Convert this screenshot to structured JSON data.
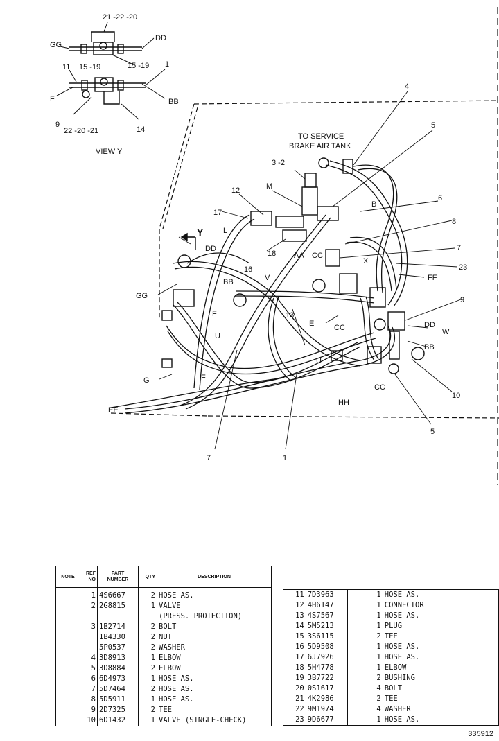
{
  "view_title": "VIEW Y",
  "annotation": {
    "line1": "TO SERVICE",
    "line2": "BRAKE AIR TANK"
  },
  "callouts": {
    "v_21_22_20": "21 -22 -20",
    "v_DD": "DD",
    "v_GG": "GG",
    "v_15_19a": "15 -19",
    "v_11": "11",
    "v_15_19b": "15 -19",
    "v_1": "1",
    "v_F": "F",
    "v_BB": "BB",
    "v_9": "9",
    "v_22_20_21": "22  -20  -21",
    "v_14": "14",
    "c4": "4",
    "c5a": "5",
    "c3_2": "3 -2",
    "cB": "B",
    "c6": "6",
    "cM": "M",
    "c12": "12",
    "c17": "17",
    "c8": "8",
    "cL": "L",
    "cY": "Y",
    "cDD1": "DD",
    "c18": "18",
    "cAA": "AA",
    "cCC1": "CC",
    "c7a": "7",
    "c23": "23",
    "cX": "X",
    "c16": "16",
    "cV": "V",
    "cFF": "FF",
    "cBB1": "BB",
    "cGG": "GG",
    "cF1": "F",
    "c9": "9",
    "c13": "13",
    "cE": "E",
    "cCC2": "CC",
    "cDD2": "DD",
    "cW": "W",
    "cBB2": "BB",
    "cU1": "U",
    "cU2": "U",
    "cG": "G",
    "cF2": "F",
    "cCC3": "CC",
    "c10": "10",
    "cHH": "HH",
    "cEE": "EE",
    "c5b": "5",
    "c7b": "7",
    "c1": "1"
  },
  "table_left": {
    "headers": {
      "note": "NOTE",
      "ref1": "REF",
      "ref2": "NO",
      "part1": "PART",
      "part2": "NUMBER",
      "qty": "QTY",
      "desc": "DESCRIPTION"
    },
    "rows": [
      {
        "ref": "1",
        "part": "4S6667",
        "qty": "2",
        "desc": "HOSE AS."
      },
      {
        "ref": "2",
        "part": "2G8815",
        "qty": "1",
        "desc": "VALVE"
      },
      {
        "ref": "",
        "part": "",
        "qty": "",
        "desc": "  (PRESS. PROTECTION)"
      },
      {
        "ref": "3",
        "part": "1B2714",
        "qty": "2",
        "desc": "BOLT"
      },
      {
        "ref": "",
        "part": "1B4330",
        "qty": "2",
        "desc": "NUT"
      },
      {
        "ref": "",
        "part": "5P0537",
        "qty": "2",
        "desc": "WASHER"
      },
      {
        "ref": "4",
        "part": "3D8913",
        "qty": "1",
        "desc": "ELBOW"
      },
      {
        "ref": "5",
        "part": "3D8884",
        "qty": "2",
        "desc": "ELBOW"
      },
      {
        "ref": "6",
        "part": "6D4973",
        "qty": "1",
        "desc": "HOSE AS."
      },
      {
        "ref": "7",
        "part": "5D7464",
        "qty": "2",
        "desc": "HOSE AS."
      },
      {
        "ref": "8",
        "part": "5D5911",
        "qty": "1",
        "desc": "HOSE AS."
      },
      {
        "ref": "9",
        "part": "2D7325",
        "qty": "2",
        "desc": "TEE"
      },
      {
        "ref": "10",
        "part": "6D1432",
        "qty": "1",
        "desc": "VALVE (SINGLE-CHECK)"
      }
    ]
  },
  "table_right": {
    "rows": [
      {
        "ref": "11",
        "part": "7D3963",
        "qty": "1",
        "desc": "HOSE AS."
      },
      {
        "ref": "12",
        "part": "4H6147",
        "qty": "1",
        "desc": "CONNECTOR"
      },
      {
        "ref": "13",
        "part": "4S7567",
        "qty": "1",
        "desc": "HOSE AS."
      },
      {
        "ref": "14",
        "part": "5M5213",
        "qty": "1",
        "desc": "PLUG"
      },
      {
        "ref": "15",
        "part": "3S6115",
        "qty": "2",
        "desc": "TEE"
      },
      {
        "ref": "16",
        "part": "5D9508",
        "qty": "1",
        "desc": "HOSE AS."
      },
      {
        "ref": "17",
        "part": "6J7926",
        "qty": "1",
        "desc": "HOSE AS."
      },
      {
        "ref": "18",
        "part": "5H4778",
        "qty": "1",
        "desc": "ELBOW"
      },
      {
        "ref": "19",
        "part": "3B7722",
        "qty": "2",
        "desc": "BUSHING"
      },
      {
        "ref": "20",
        "part": "0S1617",
        "qty": "4",
        "desc": "BOLT"
      },
      {
        "ref": "21",
        "part": "4K2986",
        "qty": "2",
        "desc": "TEE"
      },
      {
        "ref": "22",
        "part": "9M1974",
        "qty": "4",
        "desc": "WASHER"
      },
      {
        "ref": "23",
        "part": "9D6677",
        "qty": "1",
        "desc": "HOSE AS."
      }
    ]
  },
  "drawing_number": "335912"
}
